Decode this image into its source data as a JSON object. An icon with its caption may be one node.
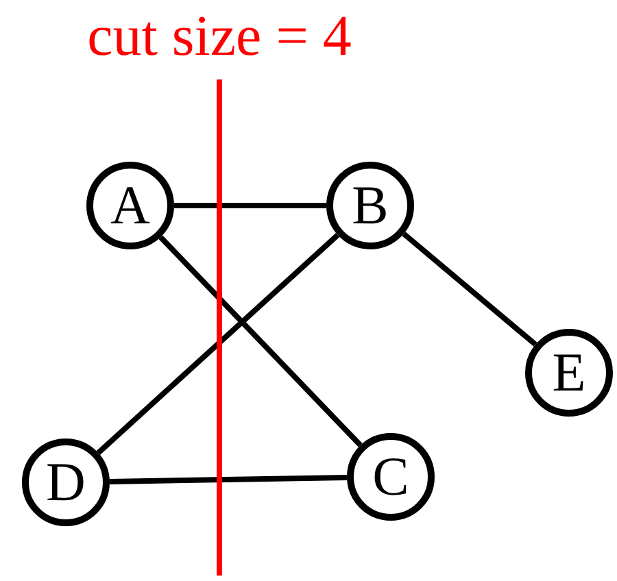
{
  "diagram": {
    "title": "cut size = 4",
    "nodes": [
      {
        "text": [
          "A"
        ]
      },
      {
        "text": [
          "B"
        ]
      },
      {
        "text": [
          "E"
        ]
      },
      {
        "text": [
          "D"
        ]
      },
      {
        "text": [
          "C"
        ]
      }
    ],
    "edges": [
      {
        "from": 0,
        "to": 1,
        "arrow": "none"
      },
      {
        "from": 0,
        "to": 4,
        "arrow": "none"
      },
      {
        "from": 1,
        "to": 3,
        "arrow": "none"
      },
      {
        "from": 1,
        "to": 2,
        "arrow": "none"
      },
      {
        "from": 3,
        "to": 4,
        "arrow": "none"
      }
    ]
  }
}
